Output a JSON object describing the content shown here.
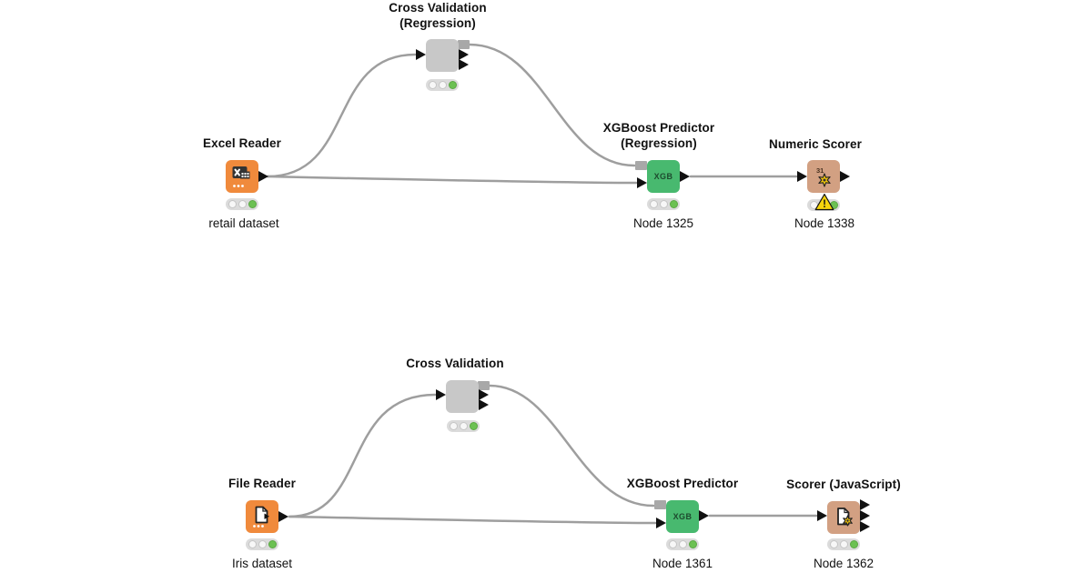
{
  "app": "workflow-editor",
  "colors": {
    "node_orange": "#F08A3C",
    "node_gray": "#C8C8C8",
    "node_green": "#48B96F",
    "node_tan": "#D2A082",
    "port_black": "#111111",
    "port_gray": "#A8A8A8",
    "tl_bg": "#DBDBDB",
    "tl_off": "#F7F7F7",
    "tl_on": "#6CC153",
    "warning_yellow": "#F6D40C",
    "wire_gray": "#9E9E9E",
    "star_yellow": "#F2C60B",
    "text": "#111111",
    "canvas_bg": "#FFFFFF"
  },
  "nodes": {
    "excel_reader": {
      "title": "Excel Reader",
      "label": "retail dataset"
    },
    "cross_validation_regression": {
      "title_line1": "Cross Validation",
      "title_line2": "(Regression)"
    },
    "xgboost_predictor_regression": {
      "title_line1": "XGBoost Predictor",
      "title_line2": "(Regression)",
      "label": "Node 1325",
      "icon_text": "XGB"
    },
    "numeric_scorer": {
      "title": "Numeric Scorer",
      "label": "Node 1338",
      "icon_text": "31",
      "warning_text": "!"
    },
    "file_reader": {
      "title": "File Reader",
      "label": "Iris dataset"
    },
    "cross_validation": {
      "title": "Cross Validation"
    },
    "xgboost_predictor": {
      "title": "XGBoost Predictor",
      "label": "Node 1361",
      "icon_text": "XGB"
    },
    "scorer_javascript": {
      "title": "Scorer (JavaScript)",
      "label": "Node 1362"
    }
  }
}
